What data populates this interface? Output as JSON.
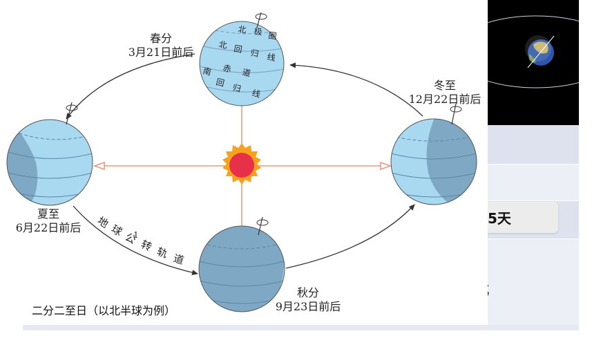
{
  "caption": "二分二至日（以北半球为例）",
  "seasons": {
    "spring": {
      "name": "春分",
      "date": "3月21日前后"
    },
    "summer": {
      "name": "夏至",
      "date": "6月22日前后"
    },
    "autumn": {
      "name": "秋分",
      "date": "9月23日前后"
    },
    "winter": {
      "name": "冬至",
      "date": "12月22日前后"
    }
  },
  "latitude_labels": {
    "arctic": [
      "北",
      "极",
      "圈"
    ],
    "tropic_cancer": [
      "北",
      "回",
      "归",
      "线"
    ],
    "equator": [
      "赤",
      "道"
    ],
    "tropic_capricorn": [
      "南",
      "回",
      "归",
      "线"
    ]
  },
  "orbit_label": [
    "地",
    "球",
    "公",
    "转",
    "轨",
    "道"
  ],
  "orbit_number": "1",
  "right_panel": {
    "tag_text": "5天",
    "semicolon": "；"
  },
  "colors": {
    "earth_light": "#a9d8f1",
    "earth_dark": "#7fa8c4",
    "sun": "#e8304a",
    "sun_glow": "#f6a21c",
    "ray": "#e39a7c"
  }
}
